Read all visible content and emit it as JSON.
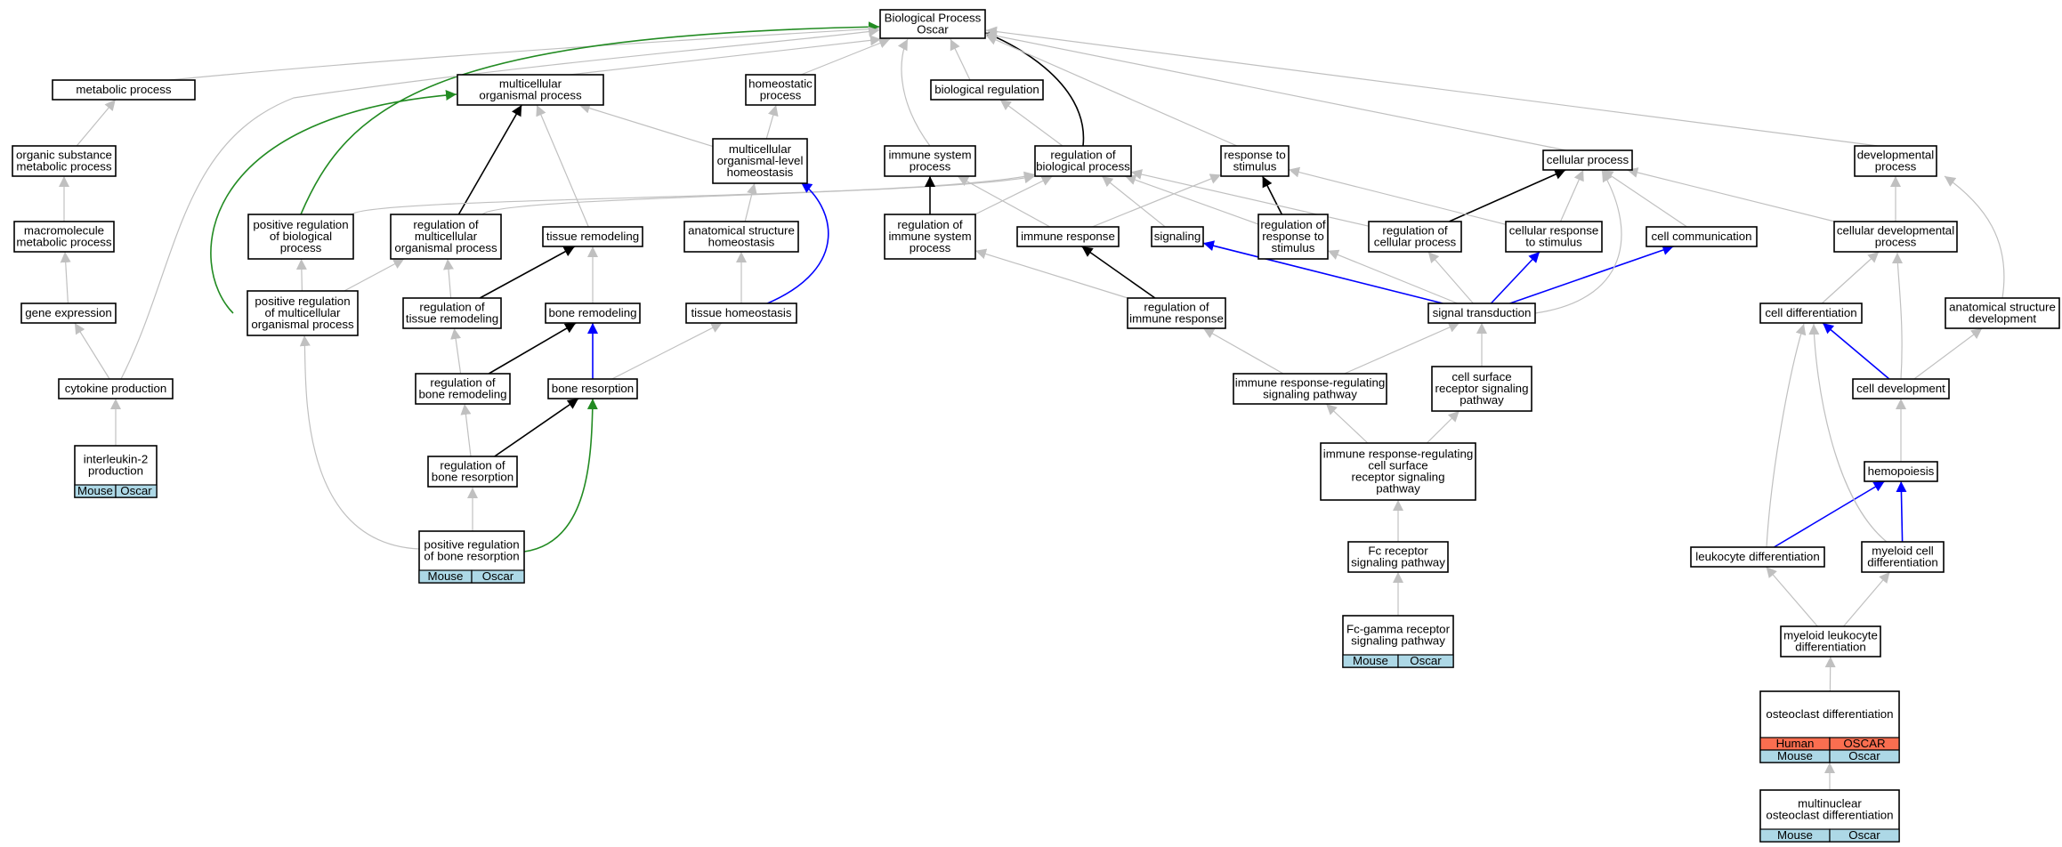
{
  "colors": {
    "is_a": "#c0c0c0",
    "part_of": "#000000",
    "regulates": "#0000ff",
    "positively_regulates": "#228b22",
    "human_cell": "#fa6e50",
    "mouse_cell": "#add8e6",
    "node_border": "#000000"
  },
  "nodes": [
    {
      "id": "bp",
      "lines": [
        "Biological Process",
        "Oscar"
      ]
    },
    {
      "id": "metabolic",
      "lines": [
        "metabolic process"
      ]
    },
    {
      "id": "multicell",
      "lines": [
        "multicellular",
        "organismal process"
      ]
    },
    {
      "id": "homeostatic",
      "lines": [
        "homeostatic",
        "process"
      ]
    },
    {
      "id": "bioreg",
      "lines": [
        "biological regulation"
      ]
    },
    {
      "id": "organic",
      "lines": [
        "organic substance",
        "metabolic process"
      ]
    },
    {
      "id": "mlhomeo",
      "lines": [
        "multicellular",
        "organismal-level",
        "homeostasis"
      ]
    },
    {
      "id": "immsys",
      "lines": [
        "immune system",
        "process"
      ]
    },
    {
      "id": "regbp",
      "lines": [
        "regulation of",
        "biological process"
      ]
    },
    {
      "id": "resp",
      "lines": [
        "response to",
        "stimulus"
      ]
    },
    {
      "id": "cellproc",
      "lines": [
        "cellular process"
      ]
    },
    {
      "id": "devproc",
      "lines": [
        "developmental",
        "process"
      ]
    },
    {
      "id": "macro",
      "lines": [
        "macromolecule",
        "metabolic process"
      ]
    },
    {
      "id": "posregbp",
      "lines": [
        "positive regulation",
        "of biological",
        "process"
      ]
    },
    {
      "id": "regmulti",
      "lines": [
        "regulation of",
        "multicellular",
        "organismal process"
      ]
    },
    {
      "id": "tissremod",
      "lines": [
        "tissue remodeling"
      ]
    },
    {
      "id": "anathomeo",
      "lines": [
        "anatomical structure",
        "homeostasis"
      ]
    },
    {
      "id": "regimmsys",
      "lines": [
        "regulation of",
        "immune system",
        "process"
      ]
    },
    {
      "id": "immresp",
      "lines": [
        "immune response"
      ]
    },
    {
      "id": "signaling",
      "lines": [
        "signaling"
      ]
    },
    {
      "id": "regresp",
      "lines": [
        "regulation of",
        "response to",
        "stimulus"
      ]
    },
    {
      "id": "regcell",
      "lines": [
        "regulation of",
        "cellular process"
      ]
    },
    {
      "id": "cellresp",
      "lines": [
        "cellular response",
        "to stimulus"
      ]
    },
    {
      "id": "cellcomm",
      "lines": [
        "cell communication"
      ]
    },
    {
      "id": "celldevproc",
      "lines": [
        "cellular developmental",
        "process"
      ]
    },
    {
      "id": "geneexp",
      "lines": [
        "gene expression"
      ]
    },
    {
      "id": "posregmulti",
      "lines": [
        "positive regulation",
        "of multicellular",
        "organismal process"
      ]
    },
    {
      "id": "regtiss",
      "lines": [
        "regulation of",
        "tissue remodeling"
      ]
    },
    {
      "id": "boneremod",
      "lines": [
        "bone remodeling"
      ]
    },
    {
      "id": "tisshomeo",
      "lines": [
        "tissue homeostasis"
      ]
    },
    {
      "id": "regimmresp",
      "lines": [
        "regulation of",
        "immune response"
      ]
    },
    {
      "id": "sigtrans",
      "lines": [
        "signal transduction"
      ]
    },
    {
      "id": "celldiff",
      "lines": [
        "cell differentiation"
      ]
    },
    {
      "id": "anatdev",
      "lines": [
        "anatomical structure",
        "development"
      ]
    },
    {
      "id": "cytokine",
      "lines": [
        "cytokine production"
      ]
    },
    {
      "id": "regbone",
      "lines": [
        "regulation of",
        "bone remodeling"
      ]
    },
    {
      "id": "boneresorp",
      "lines": [
        "bone resorption"
      ]
    },
    {
      "id": "irrsp",
      "lines": [
        "immune response-regulating",
        "signaling pathway"
      ]
    },
    {
      "id": "csrsp",
      "lines": [
        "cell surface",
        "receptor signaling",
        "pathway"
      ]
    },
    {
      "id": "celldev",
      "lines": [
        "cell development"
      ]
    },
    {
      "id": "il2",
      "lines": [
        "interleukin-2",
        "production"
      ],
      "genes": [
        [
          {
            "text": "Mouse",
            "species": "mouse"
          },
          {
            "text": "Oscar",
            "species": "mouse"
          }
        ]
      ]
    },
    {
      "id": "regboneresorp",
      "lines": [
        "regulation of",
        "bone resorption"
      ]
    },
    {
      "id": "irrcsrsp",
      "lines": [
        "immune response-regulating",
        "cell surface",
        "receptor signaling",
        "pathway"
      ]
    },
    {
      "id": "hemo",
      "lines": [
        "hemopoiesis"
      ]
    },
    {
      "id": "posregboneresorp",
      "lines": [
        "positive regulation",
        "of bone resorption"
      ],
      "genes": [
        [
          {
            "text": "Mouse",
            "species": "mouse"
          },
          {
            "text": "Oscar",
            "species": "mouse"
          }
        ]
      ]
    },
    {
      "id": "fcr",
      "lines": [
        "Fc receptor",
        "signaling pathway"
      ]
    },
    {
      "id": "leukdiff",
      "lines": [
        "leukocyte differentiation"
      ]
    },
    {
      "id": "myeloid",
      "lines": [
        "myeloid cell",
        "differentiation"
      ]
    },
    {
      "id": "fcgamma",
      "lines": [
        "Fc-gamma receptor",
        "signaling pathway"
      ],
      "genes": [
        [
          {
            "text": "Mouse",
            "species": "mouse"
          },
          {
            "text": "Oscar",
            "species": "mouse"
          }
        ]
      ]
    },
    {
      "id": "myeleuk",
      "lines": [
        "myeloid leukocyte",
        "differentiation"
      ]
    },
    {
      "id": "osteodiff",
      "lines": [
        "osteoclast differentiation"
      ],
      "genes": [
        [
          {
            "text": "Human",
            "species": "human"
          },
          {
            "text": "OSCAR",
            "species": "human"
          }
        ],
        [
          {
            "text": "Mouse",
            "species": "mouse"
          },
          {
            "text": "Oscar",
            "species": "mouse"
          }
        ]
      ]
    },
    {
      "id": "multiosteo",
      "lines": [
        "multinuclear",
        "osteoclast differentiation"
      ],
      "genes": [
        [
          {
            "text": "Mouse",
            "species": "mouse"
          },
          {
            "text": "Oscar",
            "species": "mouse"
          }
        ]
      ]
    }
  ],
  "edges": [
    {
      "from": "metabolic",
      "to": "bp",
      "type": "is_a"
    },
    {
      "from": "multicell",
      "to": "bp",
      "type": "is_a"
    },
    {
      "from": "homeostatic",
      "to": "bp",
      "type": "is_a"
    },
    {
      "from": "bioreg",
      "to": "bp",
      "type": "is_a"
    },
    {
      "from": "immsys",
      "to": "bp",
      "type": "is_a"
    },
    {
      "from": "regbp",
      "to": "bp",
      "type": "part_of"
    },
    {
      "from": "resp",
      "to": "bp",
      "type": "is_a"
    },
    {
      "from": "cellproc",
      "to": "bp",
      "type": "is_a"
    },
    {
      "from": "devproc",
      "to": "bp",
      "type": "is_a"
    },
    {
      "from": "posregbp",
      "to": "bp",
      "type": "positively_regulates"
    },
    {
      "from": "cytokine",
      "to": "bp",
      "type": "is_a"
    },
    {
      "from": "organic",
      "to": "metabolic",
      "type": "is_a"
    },
    {
      "from": "macro",
      "to": "organic",
      "type": "is_a"
    },
    {
      "from": "geneexp",
      "to": "macro",
      "type": "is_a"
    },
    {
      "from": "cytokine",
      "to": "geneexp",
      "type": "is_a"
    },
    {
      "from": "il2",
      "to": "cytokine",
      "type": "is_a"
    },
    {
      "from": "mlhomeo",
      "to": "homeostatic",
      "type": "is_a"
    },
    {
      "from": "mlhomeo",
      "to": "multicell",
      "type": "is_a"
    },
    {
      "from": "regbp",
      "to": "bioreg",
      "type": "is_a"
    },
    {
      "from": "regmulti",
      "to": "multicell",
      "type": "part_of"
    },
    {
      "from": "tissremod",
      "to": "multicell",
      "type": "is_a"
    },
    {
      "from": "posregmulti",
      "to": "multicell",
      "type": "positively_regulates"
    },
    {
      "from": "posregbp",
      "to": "regbp",
      "type": "is_a"
    },
    {
      "from": "regmulti",
      "to": "regbp",
      "type": "is_a"
    },
    {
      "from": "posregmulti",
      "to": "posregbp",
      "type": "is_a"
    },
    {
      "from": "posregmulti",
      "to": "regmulti",
      "type": "is_a"
    },
    {
      "from": "regtiss",
      "to": "regmulti",
      "type": "is_a"
    },
    {
      "from": "regtiss",
      "to": "tissremod",
      "type": "part_of"
    },
    {
      "from": "boneremod",
      "to": "tissremod",
      "type": "is_a"
    },
    {
      "from": "regbone",
      "to": "regtiss",
      "type": "is_a"
    },
    {
      "from": "regbone",
      "to": "boneremod",
      "type": "part_of"
    },
    {
      "from": "boneresorp",
      "to": "boneremod",
      "type": "regulates"
    },
    {
      "from": "regboneresorp",
      "to": "regbone",
      "type": "is_a"
    },
    {
      "from": "regboneresorp",
      "to": "boneresorp",
      "type": "part_of"
    },
    {
      "from": "posregboneresorp",
      "to": "regboneresorp",
      "type": "is_a"
    },
    {
      "from": "posregboneresorp",
      "to": "boneresorp",
      "type": "positively_regulates"
    },
    {
      "from": "posregboneresorp",
      "to": "posregmulti",
      "type": "is_a"
    },
    {
      "from": "anathomeo",
      "to": "mlhomeo",
      "type": "is_a"
    },
    {
      "from": "tisshomeo",
      "to": "anathomeo",
      "type": "is_a"
    },
    {
      "from": "tisshomeo",
      "to": "mlhomeo",
      "type": "regulates"
    },
    {
      "from": "boneresorp",
      "to": "tisshomeo",
      "type": "is_a"
    },
    {
      "from": "regimmsys",
      "to": "immsys",
      "type": "part_of"
    },
    {
      "from": "regimmsys",
      "to": "regbp",
      "type": "is_a"
    },
    {
      "from": "immresp",
      "to": "immsys",
      "type": "is_a"
    },
    {
      "from": "immresp",
      "to": "resp",
      "type": "is_a"
    },
    {
      "from": "regimmresp",
      "to": "regimmsys",
      "type": "is_a"
    },
    {
      "from": "regimmresp",
      "to": "immresp",
      "type": "part_of"
    },
    {
      "from": "signaling",
      "to": "regbp",
      "type": "is_a"
    },
    {
      "from": "regresp",
      "to": "regbp",
      "type": "is_a"
    },
    {
      "from": "regresp",
      "to": "resp",
      "type": "part_of"
    },
    {
      "from": "regcell",
      "to": "regbp",
      "type": "is_a"
    },
    {
      "from": "regcell",
      "to": "cellproc",
      "type": "part_of"
    },
    {
      "from": "cellresp",
      "to": "resp",
      "type": "is_a"
    },
    {
      "from": "cellresp",
      "to": "cellproc",
      "type": "is_a"
    },
    {
      "from": "cellcomm",
      "to": "cellproc",
      "type": "is_a"
    },
    {
      "from": "celldevproc",
      "to": "cellproc",
      "type": "is_a"
    },
    {
      "from": "celldevproc",
      "to": "devproc",
      "type": "is_a"
    },
    {
      "from": "sigtrans",
      "to": "signaling",
      "type": "regulates"
    },
    {
      "from": "sigtrans",
      "to": "regcell",
      "type": "is_a"
    },
    {
      "from": "sigtrans",
      "to": "cellresp",
      "type": "regulates"
    },
    {
      "from": "sigtrans",
      "to": "cellcomm",
      "type": "regulates"
    },
    {
      "from": "sigtrans",
      "to": "cellproc",
      "type": "is_a"
    },
    {
      "from": "sigtrans",
      "to": "regresp",
      "type": "is_a"
    },
    {
      "from": "irrsp",
      "to": "regimmresp",
      "type": "is_a"
    },
    {
      "from": "irrsp",
      "to": "sigtrans",
      "type": "is_a"
    },
    {
      "from": "csrsp",
      "to": "sigtrans",
      "type": "is_a"
    },
    {
      "from": "irrcsrsp",
      "to": "irrsp",
      "type": "is_a"
    },
    {
      "from": "irrcsrsp",
      "to": "csrsp",
      "type": "is_a"
    },
    {
      "from": "fcr",
      "to": "irrcsrsp",
      "type": "is_a"
    },
    {
      "from": "fcgamma",
      "to": "fcr",
      "type": "is_a"
    },
    {
      "from": "celldiff",
      "to": "celldevproc",
      "type": "is_a"
    },
    {
      "from": "celldev",
      "to": "celldevproc",
      "type": "is_a"
    },
    {
      "from": "anatdev",
      "to": "devproc",
      "type": "is_a"
    },
    {
      "from": "celldev",
      "to": "celldiff",
      "type": "regulates"
    },
    {
      "from": "celldev",
      "to": "anatdev",
      "type": "is_a"
    },
    {
      "from": "hemo",
      "to": "celldev",
      "type": "is_a"
    },
    {
      "from": "leukdiff",
      "to": "hemo",
      "type": "regulates"
    },
    {
      "from": "myeloid",
      "to": "hemo",
      "type": "regulates"
    },
    {
      "from": "leukdiff",
      "to": "celldiff",
      "type": "is_a"
    },
    {
      "from": "myeloid",
      "to": "celldiff",
      "type": "is_a"
    },
    {
      "from": "myeleuk",
      "to": "leukdiff",
      "type": "is_a"
    },
    {
      "from": "myeleuk",
      "to": "myeloid",
      "type": "is_a"
    },
    {
      "from": "osteodiff",
      "to": "myeleuk",
      "type": "is_a"
    },
    {
      "from": "multiosteo",
      "to": "osteodiff",
      "type": "is_a"
    }
  ]
}
